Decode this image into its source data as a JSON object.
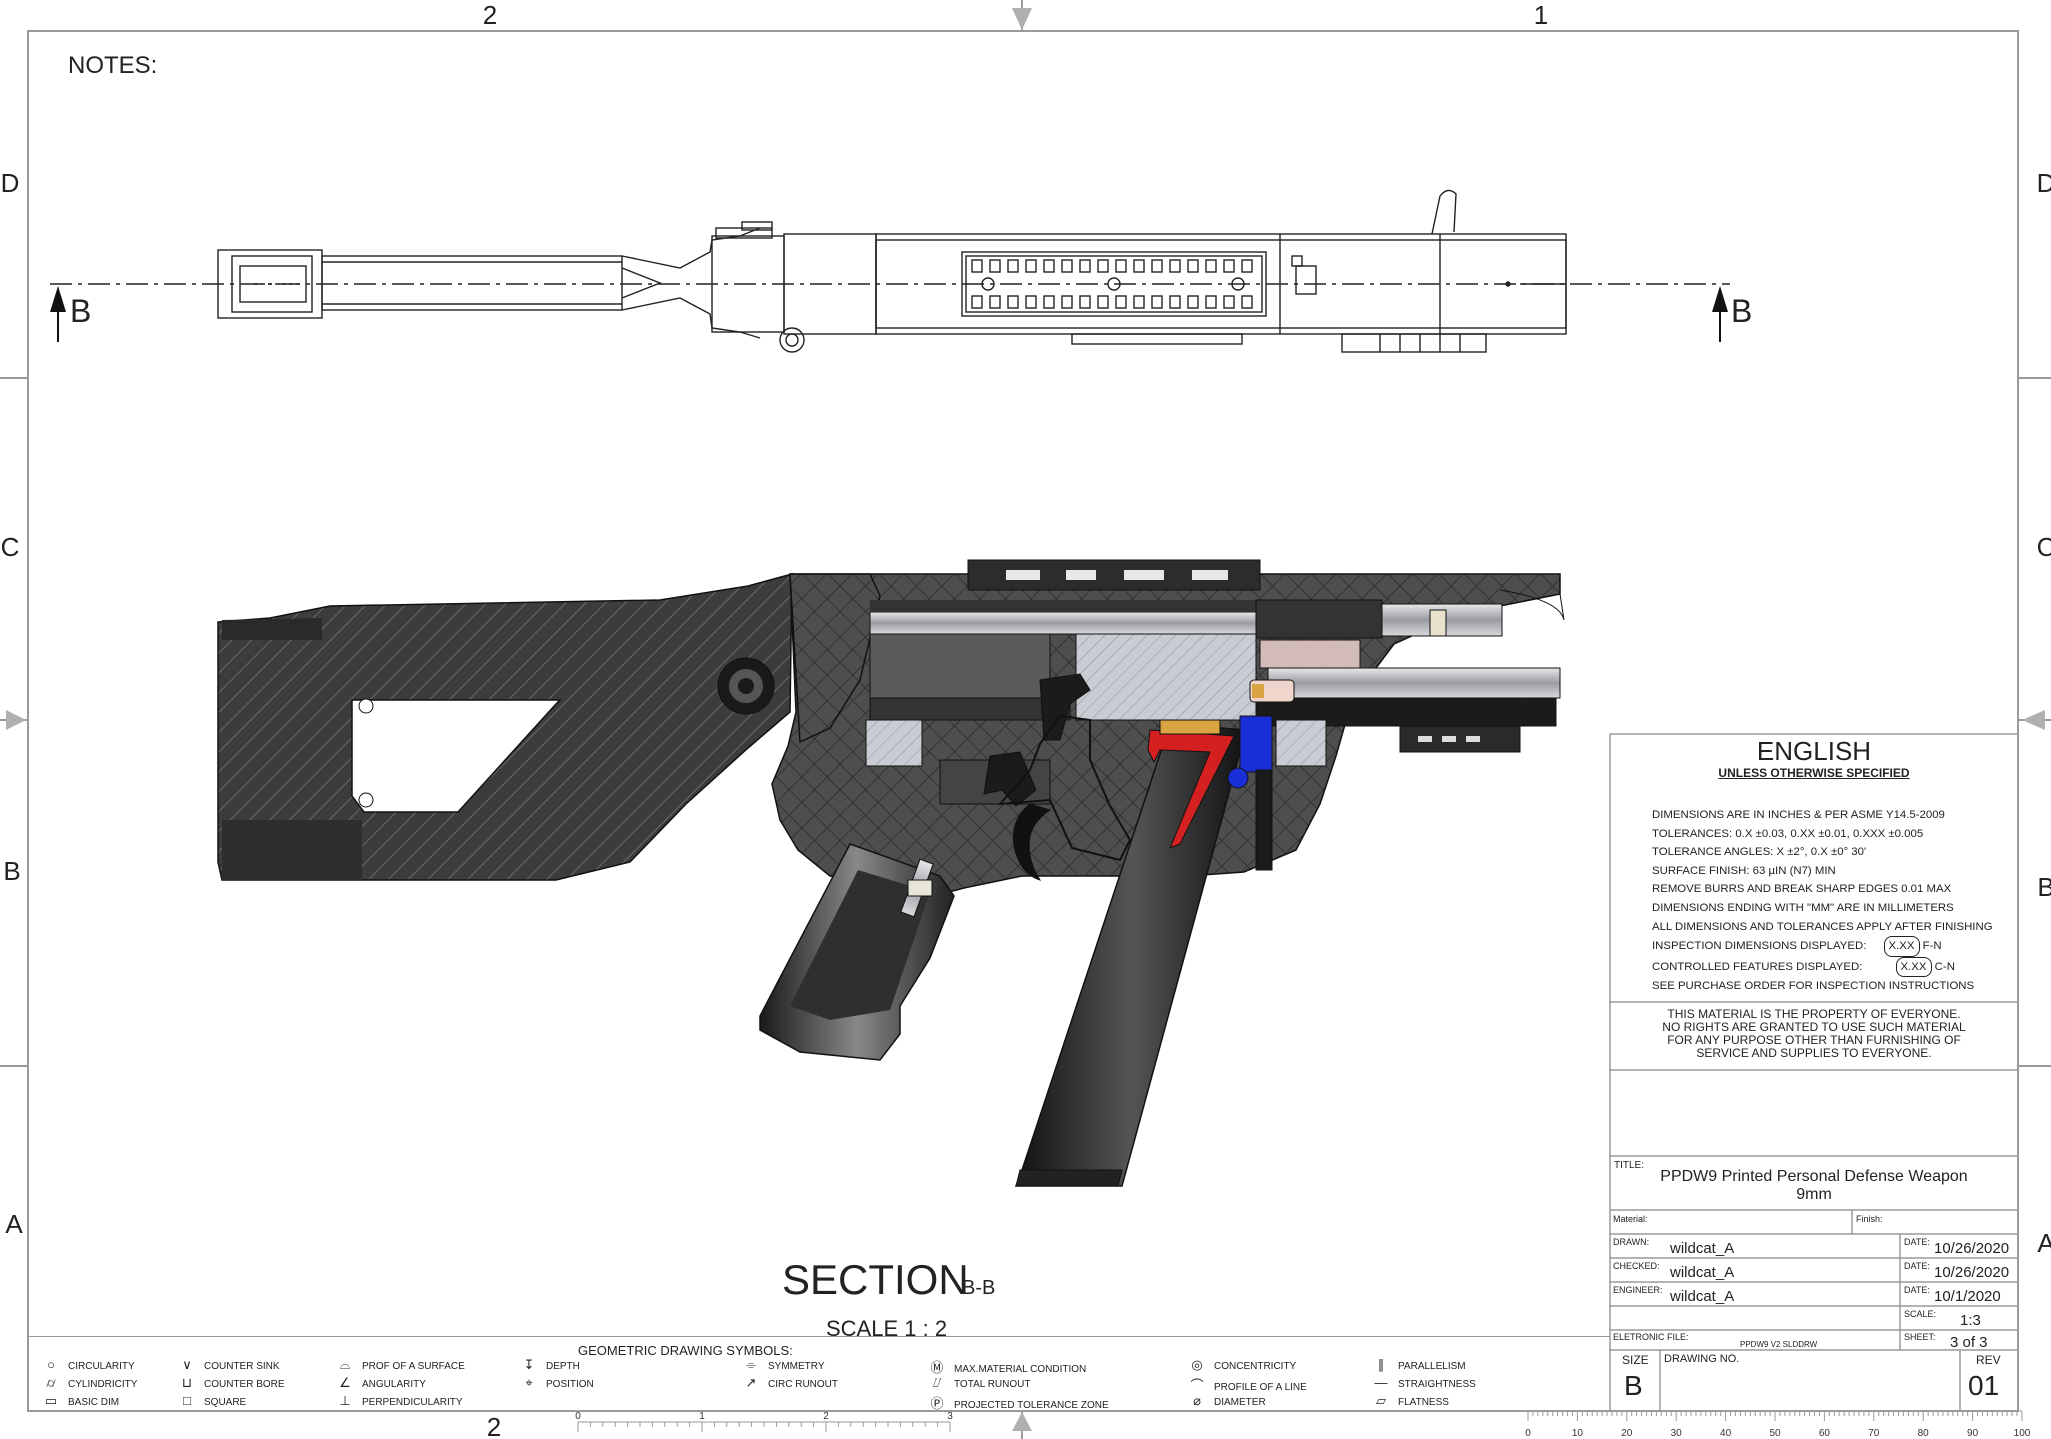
{
  "frame": {
    "zones_top": [
      "2",
      "1"
    ],
    "zones_bottom": [
      "2"
    ],
    "rows_left": [
      "D",
      "C",
      "B",
      "A"
    ],
    "rows_right": [
      "D",
      "C",
      "B",
      "A"
    ]
  },
  "notes_label": "NOTES:",
  "section_mark": "B",
  "section": {
    "title": "SECTION",
    "suffix": "B-B",
    "scale": "SCALE 1 : 2"
  },
  "spec_block": {
    "heading": "ENGLISH",
    "subheading": "UNLESS OTHERWISE SPECIFIED",
    "lines": [
      "DIMENSIONS ARE IN INCHES & PER ASME Y14.5-2009",
      "TOLERANCES:  0.X ±0.03,   0.XX ±0.01,   0.XXX ±0.005",
      "TOLERANCE ANGLES:  X ±2°, 0.X ±0° 30'",
      "SURFACE FINISH:  63 µIN (N7) MIN",
      "REMOVE BURRS AND BREAK SHARP EDGES 0.01 MAX",
      "DIMENSIONS ENDING WITH \"MM\" ARE IN MILLIMETERS",
      "ALL DIMENSIONS AND TOLERANCES APPLY AFTER FINISHING",
      "INSPECTION DIMENSIONS DISPLAYED:",
      "CONTROLLED FEATURES DISPLAYED:",
      "SEE PURCHASE ORDER FOR INSPECTION INSTRUCTIONS"
    ],
    "inspection_symbol": "X.XX",
    "inspection_code": "F-N",
    "controlled_symbol": "X.XX",
    "controlled_code": "C-N"
  },
  "property_notice": [
    "THIS MATERIAL IS THE PROPERTY OF EVERYONE.",
    "NO RIGHTS ARE GRANTED TO USE SUCH MATERIAL",
    "FOR ANY PURPOSE OTHER THAN FURNISHING OF",
    "SERVICE AND SUPPLIES TO EVERYONE."
  ],
  "title_block": {
    "title_label": "TITLE:",
    "title_line1": "PPDW9 Printed Personal Defense Weapon",
    "title_line2": "9mm",
    "material_label": "Material:",
    "finish_label": "Finish:",
    "drawn_label": "DRAWN:",
    "drawn_by": "wildcat_A",
    "drawn_date_label": "DATE:",
    "drawn_date": "10/26/2020",
    "checked_label": "CHECKED:",
    "checked_by": "wildcat_A",
    "checked_date_label": "DATE:",
    "checked_date": "10/26/2020",
    "engineer_label": "ENGINEER:",
    "engineer_by": "wildcat_A",
    "engineer_date_label": "DATE:",
    "engineer_date": "10/1/2020",
    "scale_label": "SCALE:",
    "scale_value": "1:3",
    "file_label": "ELETRONIC FILE:",
    "file_value": "PPDW9 V2 SLDDRW",
    "sheet_label": "SHEET:",
    "sheet_value": "3 of 3",
    "size_label": "SIZE",
    "size_value": "B",
    "drawing_no_label": "DRAWING NO.",
    "rev_label": "REV",
    "rev_value": "01"
  },
  "symbols": {
    "heading": "GEOMETRIC DRAWING SYMBOLS:",
    "items": [
      {
        "glyph": "○",
        "label": "CIRCULARITY"
      },
      {
        "glyph": "⌭",
        "label": "CYLINDRICITY"
      },
      {
        "glyph": "▭",
        "label": "BASIC DIM"
      },
      {
        "glyph": "∨",
        "label": "COUNTER SINK"
      },
      {
        "glyph": "⊔",
        "label": "COUNTER BORE"
      },
      {
        "glyph": "□",
        "label": "SQUARE"
      },
      {
        "glyph": "⌓",
        "label": "PROF OF A SURFACE"
      },
      {
        "glyph": "∠",
        "label": "ANGULARITY"
      },
      {
        "glyph": "⊥",
        "label": "PERPENDICULARITY"
      },
      {
        "glyph": "↧",
        "label": "DEPTH"
      },
      {
        "glyph": "⌖",
        "label": "POSITION"
      },
      {
        "glyph": "⌯",
        "label": "SYMMETRY"
      },
      {
        "glyph": "↗",
        "label": "CIRC RUNOUT"
      },
      {
        "glyph": "Ⓜ",
        "label": "MAX.MATERIAL CONDITION"
      },
      {
        "glyph": "⌰",
        "label": "TOTAL RUNOUT"
      },
      {
        "glyph": "Ⓟ",
        "label": "PROJECTED TOLERANCE ZONE"
      },
      {
        "glyph": "◎",
        "label": "CONCENTRICITY"
      },
      {
        "glyph": "⌒",
        "label": "PROFILE OF A LINE"
      },
      {
        "glyph": "⌀",
        "label": "DIAMETER"
      },
      {
        "glyph": "∥",
        "label": "PARALLELISM"
      },
      {
        "glyph": "—",
        "label": "STRAIGHTNESS"
      },
      {
        "glyph": "▱",
        "label": "FLATNESS"
      }
    ]
  },
  "ruler_small": {
    "ticks": [
      "0",
      "1",
      "2",
      "3"
    ]
  },
  "ruler_large": {
    "ticks": [
      "0",
      "10",
      "20",
      "30",
      "40",
      "50",
      "60",
      "70",
      "80",
      "90",
      "100"
    ]
  },
  "colors": {
    "line": "#222222",
    "hatch_dark": "#3a3a3a",
    "hatch_mid": "#5a5a5a",
    "steel": "#b8bcc4",
    "red_part": "#d42020",
    "blue_part": "#1a2ed8",
    "brass": "#d9a441"
  }
}
